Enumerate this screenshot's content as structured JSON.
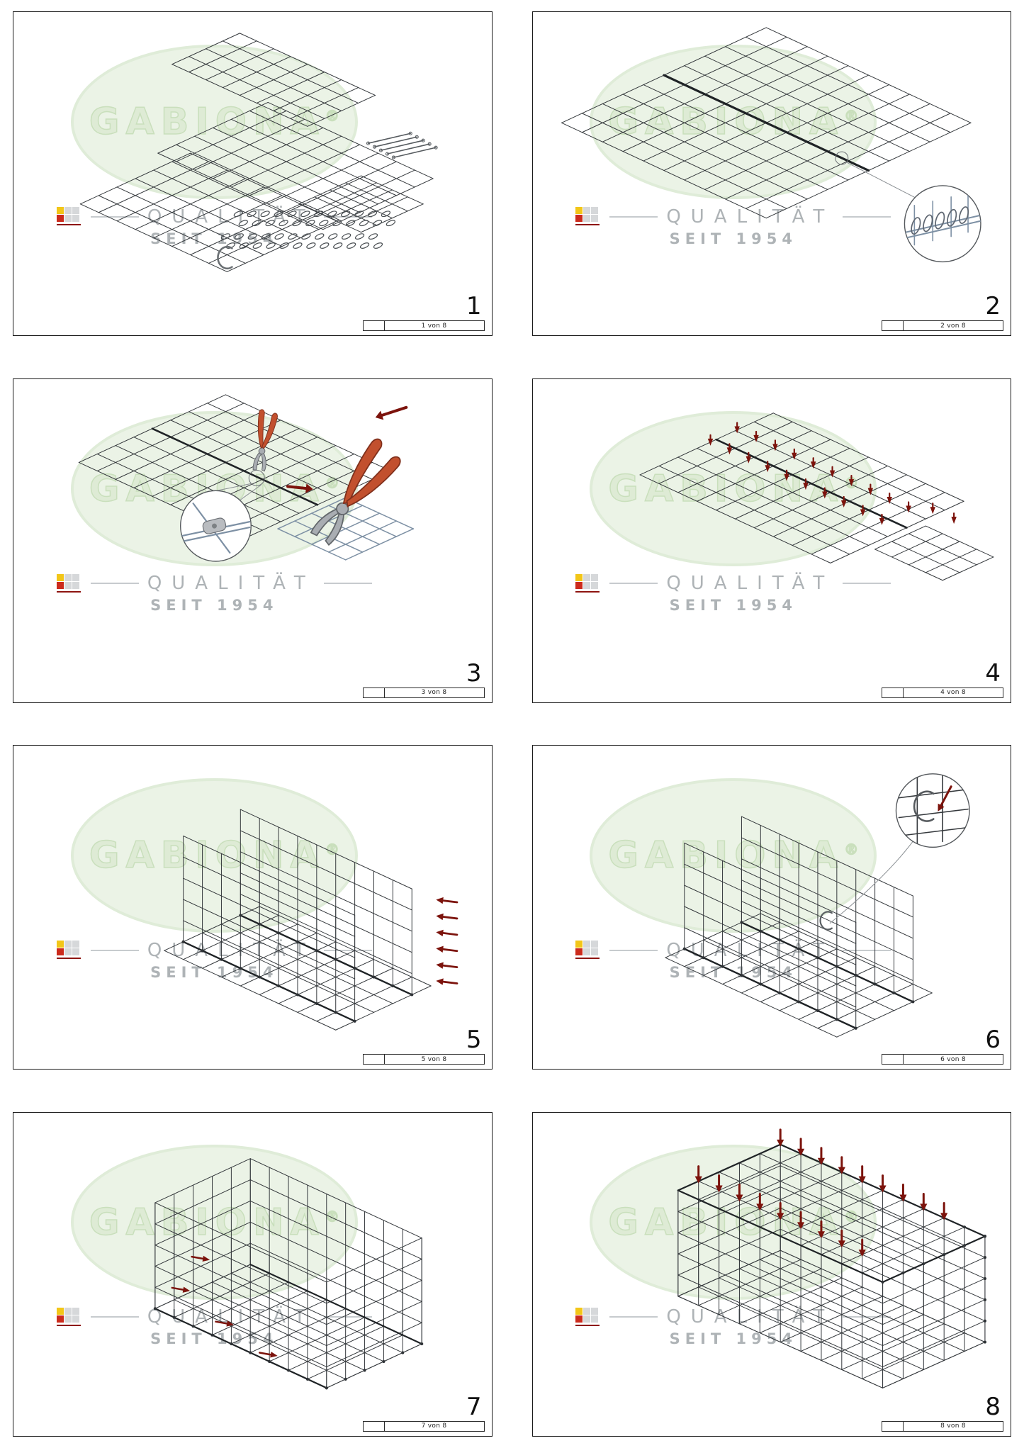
{
  "watermark": {
    "brand": "GABIONA",
    "registered": "®",
    "quality": "QUALITÄT",
    "since": "SEIT 1954",
    "colors": {
      "ellipse_fill": "#ebf3e6",
      "ellipse_stroke": "#dfecd8",
      "brand_outline": "#c9dfbc",
      "text_gray": "#aeb3b6",
      "logo_yellow": "#f2c618",
      "logo_red": "#cc2b1c",
      "logo_underline": "#8e1410"
    }
  },
  "steps": [
    {
      "number": "1",
      "page_label": "1 von 8"
    },
    {
      "number": "2",
      "page_label": "2 von 8"
    },
    {
      "number": "3",
      "page_label": "3 von 8"
    },
    {
      "number": "4",
      "page_label": "4 von 8"
    },
    {
      "number": "5",
      "page_label": "5 von 8"
    },
    {
      "number": "6",
      "page_label": "6 von 8"
    },
    {
      "number": "7",
      "page_label": "7 von 8"
    },
    {
      "number": "8",
      "page_label": "8 von 8"
    }
  ],
  "art_colors": {
    "wire": "#34383c",
    "wire_bold": "#1f2326",
    "detail_wire": "#7d90a4",
    "arrow_red": "#7c130c",
    "plier_handle": "#c2502e",
    "plier_metal": "#a9adb2",
    "spiral": "#4a4f53",
    "leader": "#8a8f93"
  }
}
